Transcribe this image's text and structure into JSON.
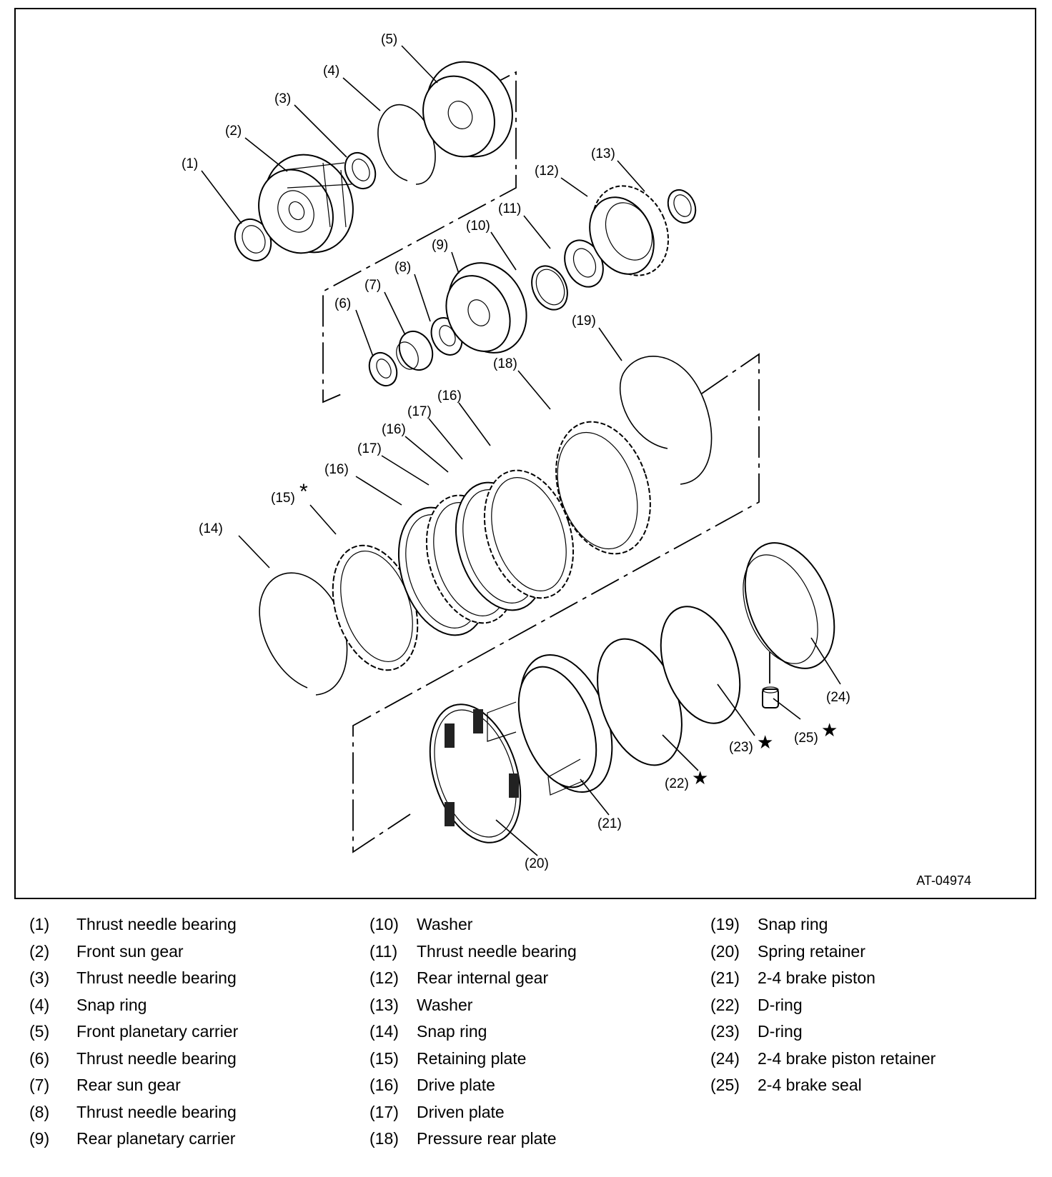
{
  "figure": {
    "code": "AT-04974",
    "callouts": [
      {
        "id": "c1",
        "text": "(1)"
      },
      {
        "id": "c2",
        "text": "(2)"
      },
      {
        "id": "c3",
        "text": "(3)"
      },
      {
        "id": "c4",
        "text": "(4)"
      },
      {
        "id": "c5",
        "text": "(5)"
      },
      {
        "id": "c6",
        "text": "(6)"
      },
      {
        "id": "c7",
        "text": "(7)"
      },
      {
        "id": "c8",
        "text": "(8)"
      },
      {
        "id": "c9",
        "text": "(9)"
      },
      {
        "id": "c10",
        "text": "(10)"
      },
      {
        "id": "c11",
        "text": "(11)"
      },
      {
        "id": "c12",
        "text": "(12)"
      },
      {
        "id": "c13",
        "text": "(13)"
      },
      {
        "id": "c14",
        "text": "(14)"
      },
      {
        "id": "c15",
        "text": "(15)"
      },
      {
        "id": "c16a",
        "text": "(16)"
      },
      {
        "id": "c16b",
        "text": "(16)"
      },
      {
        "id": "c16c",
        "text": "(16)"
      },
      {
        "id": "c17a",
        "text": "(17)"
      },
      {
        "id": "c17b",
        "text": "(17)"
      },
      {
        "id": "c18",
        "text": "(18)"
      },
      {
        "id": "c19",
        "text": "(19)"
      },
      {
        "id": "c20",
        "text": "(20)"
      },
      {
        "id": "c21",
        "text": "(21)"
      },
      {
        "id": "c22",
        "text": "(22)"
      },
      {
        "id": "c23",
        "text": "(23)"
      },
      {
        "id": "c24",
        "text": "(24)"
      },
      {
        "id": "c25",
        "text": "(25)"
      }
    ],
    "marks": {
      "asterisk": "*",
      "star": "★"
    }
  },
  "legend": {
    "columns": [
      [
        {
          "num": "(1)",
          "name": "Thrust needle bearing"
        },
        {
          "num": "(2)",
          "name": "Front sun gear"
        },
        {
          "num": "(3)",
          "name": "Thrust needle bearing"
        },
        {
          "num": "(4)",
          "name": "Snap ring"
        },
        {
          "num": "(5)",
          "name": "Front planetary carrier"
        },
        {
          "num": "(6)",
          "name": "Thrust needle bearing"
        },
        {
          "num": "(7)",
          "name": "Rear sun gear"
        },
        {
          "num": "(8)",
          "name": "Thrust needle bearing"
        },
        {
          "num": "(9)",
          "name": "Rear planetary carrier"
        }
      ],
      [
        {
          "num": "(10)",
          "name": "Washer"
        },
        {
          "num": "(11)",
          "name": "Thrust needle bearing"
        },
        {
          "num": "(12)",
          "name": "Rear internal gear"
        },
        {
          "num": "(13)",
          "name": "Washer"
        },
        {
          "num": "(14)",
          "name": "Snap ring"
        },
        {
          "num": "(15)",
          "name": "Retaining plate"
        },
        {
          "num": "(16)",
          "name": "Drive plate"
        },
        {
          "num": "(17)",
          "name": "Driven plate"
        },
        {
          "num": "(18)",
          "name": "Pressure rear plate"
        }
      ],
      [
        {
          "num": "(19)",
          "name": "Snap ring"
        },
        {
          "num": "(20)",
          "name": "Spring retainer"
        },
        {
          "num": "(21)",
          "name": "2-4 brake piston"
        },
        {
          "num": "(22)",
          "name": "D-ring"
        },
        {
          "num": "(23)",
          "name": "D-ring"
        },
        {
          "num": "(24)",
          "name": "2-4 brake piston retainer"
        },
        {
          "num": "(25)",
          "name": "2-4 brake seal"
        }
      ]
    ]
  }
}
